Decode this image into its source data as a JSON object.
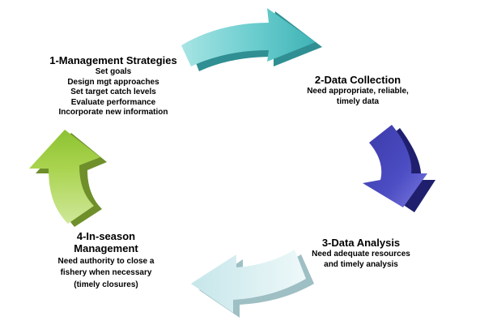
{
  "diagram": {
    "stages": [
      {
        "title": "1-Management Strategies",
        "details": [
          "Set goals",
          "Design mgt approaches",
          "Set target catch levels",
          "Evaluate performance",
          "Incorporate new information"
        ]
      },
      {
        "title": "2-Data Collection",
        "details": [
          "Need appropriate, reliable,",
          "timely data"
        ]
      },
      {
        "title": "3-Data Analysis",
        "details": [
          "Need adequate resources",
          "and timely analysis"
        ]
      },
      {
        "title_lines": [
          "4-In-season",
          "Management"
        ],
        "details": [
          "Need authority to close a",
          "fishery when necessary",
          "(timely closures)"
        ]
      }
    ],
    "arrows": [
      {
        "name": "arrow-1-to-2",
        "color": "#5cc6c6",
        "shade": "#2f8f92"
      },
      {
        "name": "arrow-2-to-3",
        "color": "#4a4ab8",
        "shade": "#1f1f6e"
      },
      {
        "name": "arrow-3-to-4",
        "color": "#d6eef0",
        "shade": "#9ebfc4"
      },
      {
        "name": "arrow-4-to-1",
        "color": "#b2d65a",
        "shade": "#6f8f2a"
      }
    ]
  }
}
